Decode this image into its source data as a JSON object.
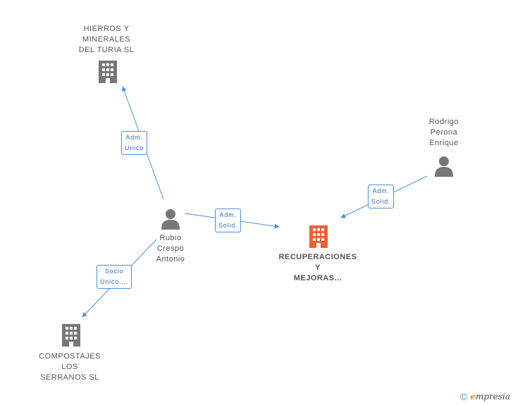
{
  "colors": {
    "edge": "#4a90d9",
    "node": "#777777",
    "main_node": "#f06030",
    "label_text": "#555555"
  },
  "nodes": {
    "hierros": {
      "label": "HIERROS Y\nMINERALES\nDEL TURIA SL",
      "type": "company",
      "icon": "building-icon"
    },
    "rubio": {
      "label": "Rubio\nCrespo\nAntonio",
      "type": "person",
      "icon": "person-icon"
    },
    "compostajes": {
      "label": "COMPOSTAJES\nLOS\nSERRANOS SL",
      "type": "company",
      "icon": "building-icon"
    },
    "recuperaciones": {
      "label": "RECUPERACIONES\nY\nMEJORAS...",
      "type": "company-main",
      "icon": "building-icon"
    },
    "rodrigo": {
      "label": "Rodrigo\nPerona\nEnrique",
      "type": "person",
      "icon": "person-icon"
    }
  },
  "edges": {
    "rubio_hierros": {
      "label": "Adm.\nUnico"
    },
    "rubio_recuperaciones": {
      "label": "Adm.\nSolid."
    },
    "rubio_compostajes": {
      "label": "Socio\nÚnico,..."
    },
    "rodrigo_recuperaciones": {
      "label": "Adm.\nSolid."
    }
  },
  "footer": {
    "copyright": "©",
    "brand_initial": "e",
    "brand_rest": "mpresia"
  }
}
